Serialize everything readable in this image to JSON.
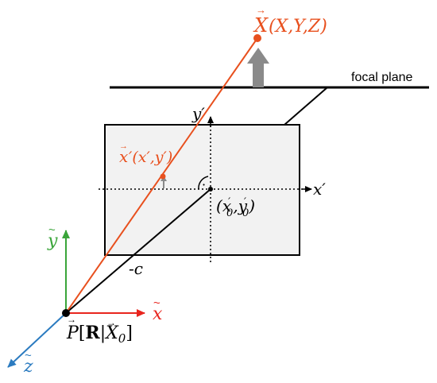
{
  "colors": {
    "world_point": "#e8501e",
    "x_axis": "#e8251e",
    "y_axis": "#3aa53a",
    "z_axis": "#2b7bc0",
    "ink": "#000000",
    "arrow_gray": "#8a8a8a",
    "image_plane_fill": "#f2f2f2"
  },
  "labels": {
    "world_point": {
      "arrow": "X",
      "coords": "(X,Y,Z)"
    },
    "focal_plane": "focal plane",
    "y_prime": "y′",
    "x_prime": "x′",
    "image_point": {
      "arrow": "x",
      "coords": "′(x′,y′)"
    },
    "principal_point": {
      "open": "(",
      "x": "x",
      "sep": "′",
      "sub_x": "0",
      "comma": ",",
      "y": "y",
      "sub_y": "0",
      "close": ")"
    },
    "right_angle_dot": "·",
    "focal_length": "-c",
    "axis_y": "y",
    "axis_x": "x",
    "axis_z": "z",
    "axis_tilde": "~",
    "projection": {
      "P": "P",
      "open": "[",
      "R": "R",
      "bar": "|",
      "X": "X",
      "sub": "0",
      "close": "]"
    }
  }
}
